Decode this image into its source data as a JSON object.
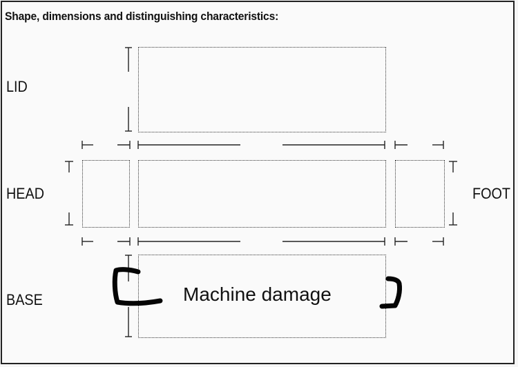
{
  "form": {
    "heading": "Shape, dimensions and distinguishing characteristics:",
    "labels": {
      "lid": "LID",
      "head": "HEAD",
      "foot": "FOOT",
      "base": "BASE"
    }
  },
  "annotation": {
    "text": "Machine damage",
    "ink_color": "#000000"
  }
}
